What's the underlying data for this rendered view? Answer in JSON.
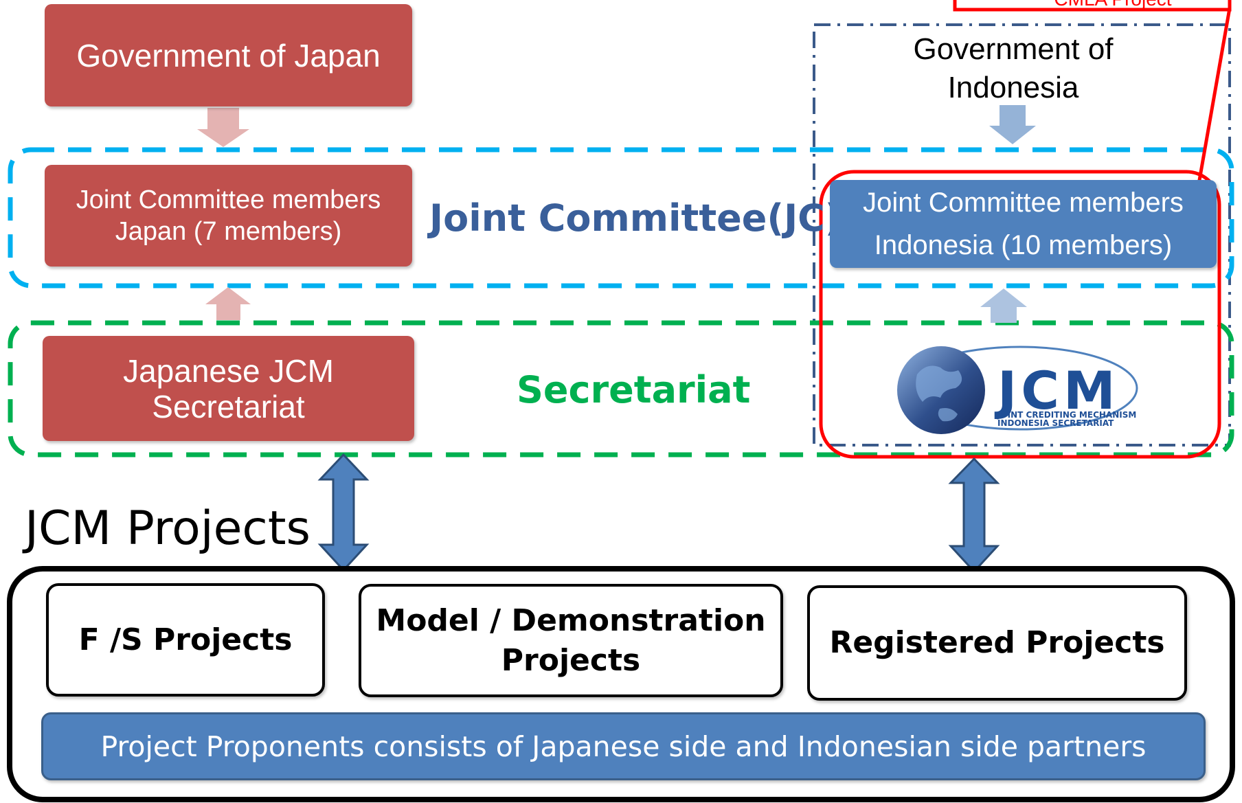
{
  "callout": {
    "label": "CMLA Project"
  },
  "japan": {
    "government": "Government of Japan",
    "jc_members_line1": "Joint Committee members",
    "jc_members_line2": "Japan (7 members)",
    "secretariat_line1": "Japanese JCM",
    "secretariat_line2": "Secretariat"
  },
  "indonesia": {
    "government_line1": "Government of",
    "government_line2": "Indonesia",
    "jc_members_line1": "Joint Committee members",
    "jc_members_line2": "Indonesia (10 members)",
    "logo": {
      "wordmark": "JCM",
      "tagline_line1": "JOINT CREDITING MECHANISM",
      "tagline_line2": "INDONESIA SECRETARIAT"
    }
  },
  "labels": {
    "joint_committee": "Joint Committee(JC)",
    "secretariat": "Secretariat",
    "jcm_projects": "JCM Projects"
  },
  "projects": {
    "items": [
      {
        "line1": "F /S Projects",
        "line2": ""
      },
      {
        "line1": "Model / Demonstration",
        "line2": "Projects"
      },
      {
        "line1": "Registered Projects",
        "line2": ""
      }
    ],
    "proponents": "Project Proponents consists of Japanese side and Indonesian side partners"
  },
  "colors": {
    "japan_red": "#c0504d",
    "indonesia_blue": "#4f81bd",
    "jc_dash": "#00b0f0",
    "secretariat_dash": "#00b050",
    "jc_label": "#3a5f9a",
    "secretariat_label": "#00b050",
    "callout_red": "#ff0000"
  }
}
